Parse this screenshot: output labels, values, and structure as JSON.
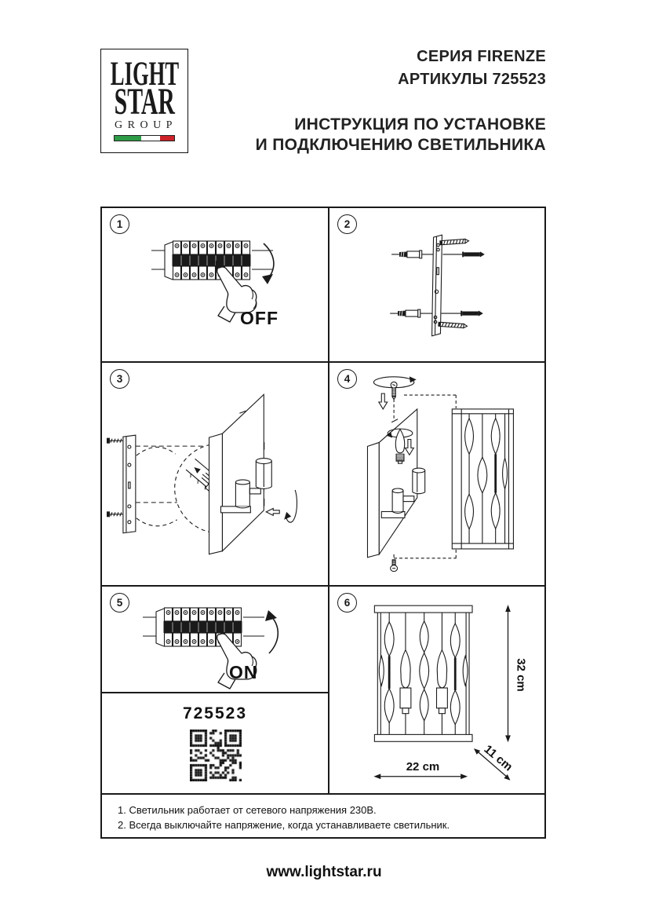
{
  "header": {
    "logo": {
      "line1": "LIGHT",
      "line2": "STAR",
      "line3": "GROUP"
    },
    "series": "СЕРИЯ FIRENZE",
    "articles": "АРТИКУЛЫ 725523",
    "title_line1": "ИНСТРУКЦИЯ ПО УСТАНОВКЕ",
    "title_line2": "И ПОДКЛЮЧЕНИЮ СВЕТИЛЬНИКА"
  },
  "colors": {
    "line": "#1a1a1a",
    "flag_green": "#2e9c47",
    "flag_red": "#cc2229"
  },
  "steps": {
    "s1": {
      "number": "1",
      "label": "OFF"
    },
    "s2": {
      "number": "2"
    },
    "s3": {
      "number": "3"
    },
    "s4": {
      "number": "4"
    },
    "s5": {
      "number": "5",
      "label": "ON"
    },
    "s6": {
      "number": "6",
      "dim_width": "22 cm",
      "dim_height": "32 cm",
      "dim_depth": "11 cm"
    }
  },
  "qr_panel": {
    "article": "725523"
  },
  "notes": [
    "1. Светильник работает от сетевого напряжения 230В.",
    "2. Всегда выключайте напряжение, когда устанавливаете светильник."
  ],
  "footer": {
    "website": "www.lightstar.ru"
  }
}
